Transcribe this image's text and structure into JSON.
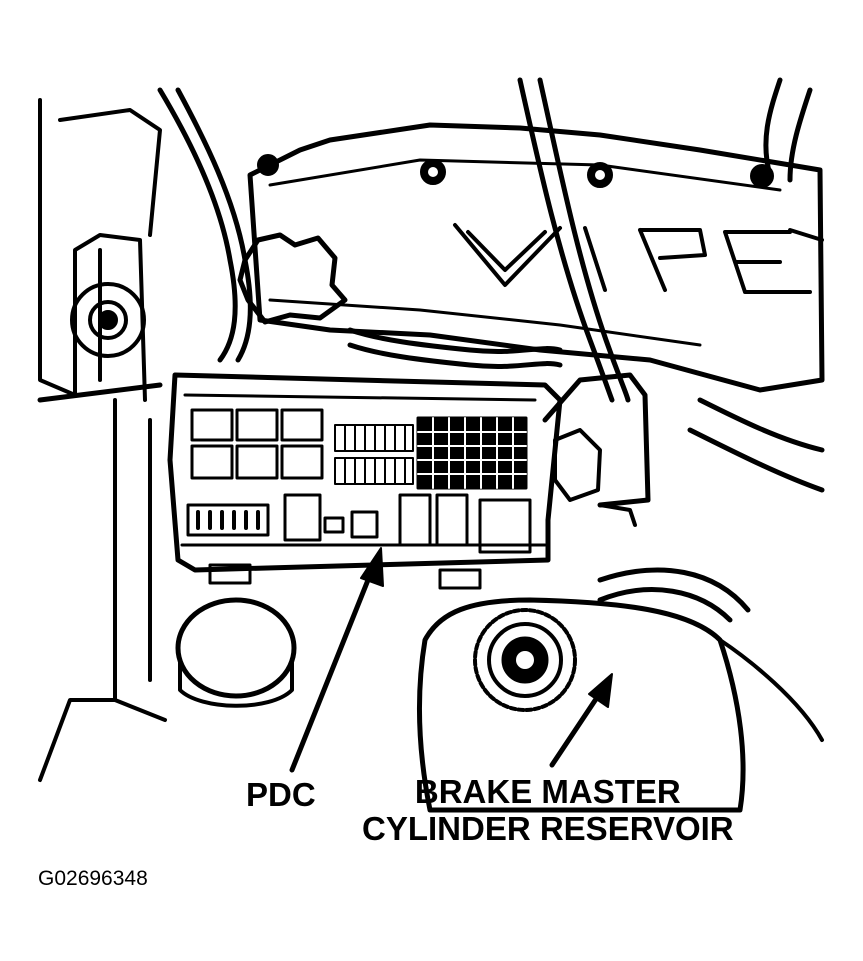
{
  "labels": {
    "pdc": "PDC",
    "brake_line1": "BRAKE MASTER",
    "brake_line2": "CYLINDER RESERVOIR",
    "figure_id": "G02696348"
  },
  "engine_cover_lettering": "VIPER",
  "colors": {
    "ink": "#000000",
    "paper": "#ffffff"
  }
}
